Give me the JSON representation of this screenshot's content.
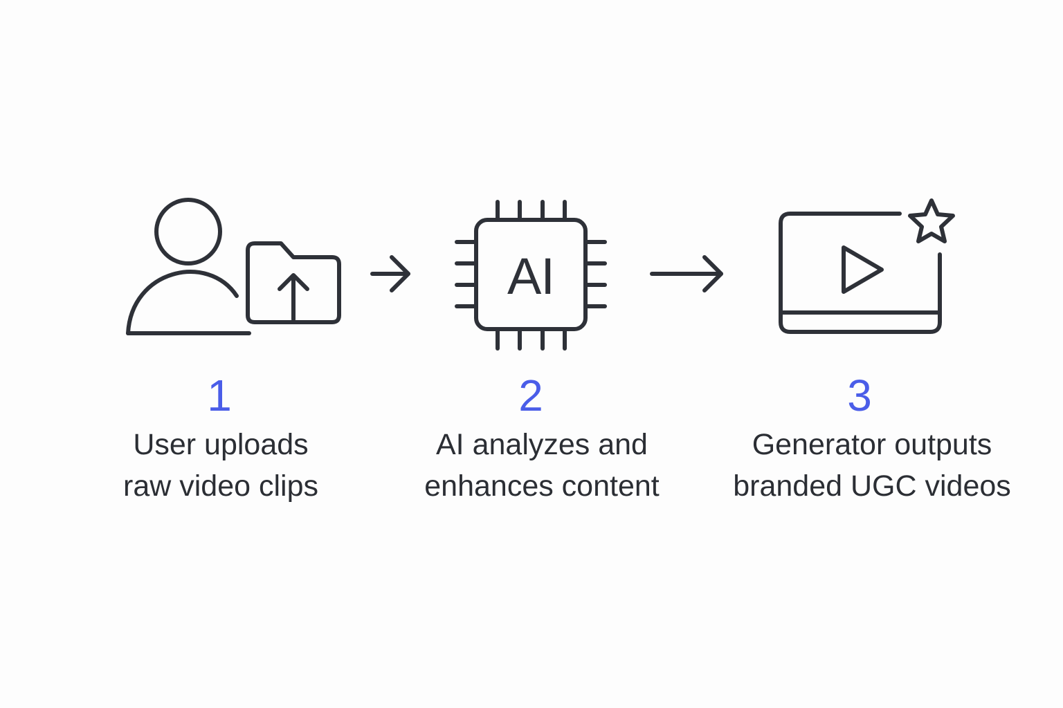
{
  "diagram": {
    "accent_color": "#4a5de8",
    "stroke_color": "#2e3138",
    "steps": [
      {
        "number": "1",
        "line1": "User uploads",
        "line2": "raw video clips",
        "icon": "user-upload-folder-icon"
      },
      {
        "number": "2",
        "line1": "AI analyzes and",
        "line2": "enhances content",
        "icon": "ai-chip-icon",
        "chip_text": "AI"
      },
      {
        "number": "3",
        "line1": "Generator outputs",
        "line2": "branded UGC videos",
        "icon": "video-player-star-icon"
      }
    ],
    "connectors": [
      "arrow-right-icon",
      "arrow-right-icon"
    ]
  }
}
